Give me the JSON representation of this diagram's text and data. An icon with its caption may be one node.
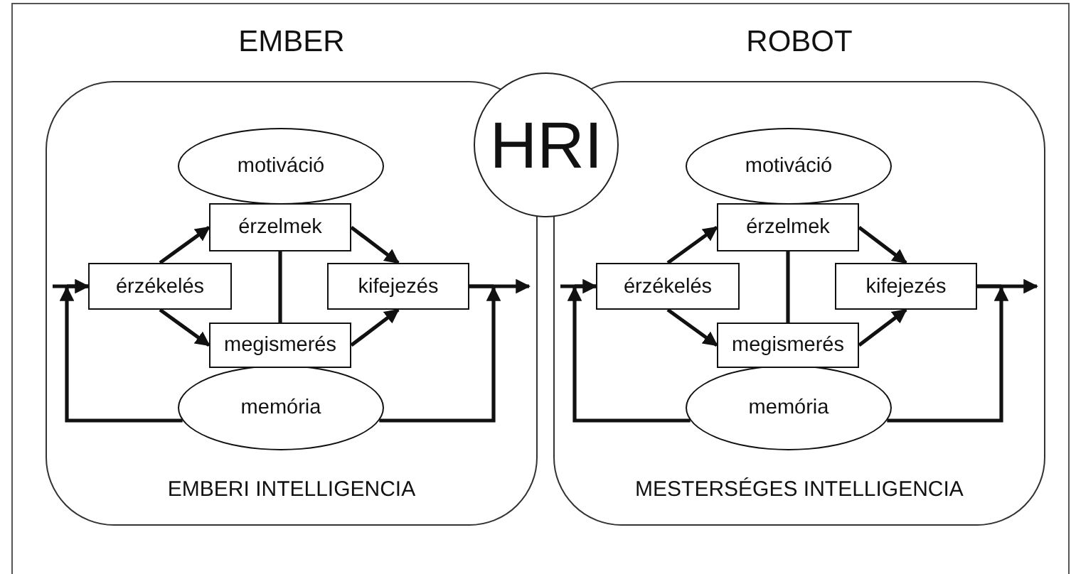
{
  "diagram": {
    "nodes": [
      {
        "text": [
          "EMBER",
          "EMBERI INTELLIGENCIA"
        ]
      },
      {
        "text": [
          "motiváció"
        ],
        "in": 0
      },
      {
        "text": [
          "érzelmek"
        ],
        "in": 0
      },
      {
        "text": [
          "érzékelés"
        ],
        "in": 0
      },
      {
        "text": [
          "kifejezés"
        ],
        "in": 0
      },
      {
        "text": [
          "megismerés"
        ],
        "in": 0
      },
      {
        "text": [
          "memória"
        ],
        "in": 0
      },
      {
        "text": [
          "HRI"
        ]
      },
      {
        "text": [
          "ROBOT",
          "MESTERSÉGES INTELLIGENCIA"
        ]
      },
      {
        "text": [
          "motiváció"
        ],
        "in": 8
      },
      {
        "text": [
          "érzelmek"
        ],
        "in": 8
      },
      {
        "text": [
          "érzékelés"
        ],
        "in": 8
      },
      {
        "text": [
          "kifejezés"
        ],
        "in": 8
      },
      {
        "text": [
          "megismerés"
        ],
        "in": 8
      },
      {
        "text": [
          "memória"
        ],
        "in": 8
      }
    ],
    "edges": [
      {
        "from": null,
        "to": 3,
        "arrow": "to"
      },
      {
        "from": 3,
        "to": 2,
        "arrow": "to"
      },
      {
        "from": 3,
        "to": 5,
        "arrow": "to"
      },
      {
        "from": 2,
        "to": 4,
        "arrow": "to"
      },
      {
        "from": 5,
        "to": 4,
        "arrow": "to"
      },
      {
        "from": 2,
        "to": 5,
        "arrow": "none"
      },
      {
        "from": 4,
        "to": null,
        "arrow": "to"
      },
      {
        "from": 6,
        "to": 3,
        "arrow": "to"
      },
      {
        "from": 6,
        "to": 4,
        "arrow": "to"
      },
      {
        "from": null,
        "to": 11,
        "arrow": "to"
      },
      {
        "from": 11,
        "to": 10,
        "arrow": "to"
      },
      {
        "from": 11,
        "to": 13,
        "arrow": "to"
      },
      {
        "from": 10,
        "to": 12,
        "arrow": "to"
      },
      {
        "from": 13,
        "to": 12,
        "arrow": "to"
      },
      {
        "from": 10,
        "to": 13,
        "arrow": "none"
      },
      {
        "from": 12,
        "to": null,
        "arrow": "to"
      },
      {
        "from": 14,
        "to": 11,
        "arrow": "to"
      },
      {
        "from": 14,
        "to": 12,
        "arrow": "to"
      }
    ]
  }
}
